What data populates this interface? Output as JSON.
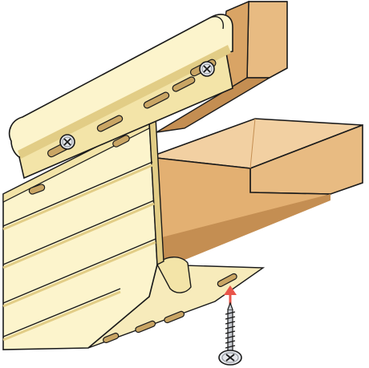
{
  "colors": {
    "background": "#ffffff",
    "lumber_top": "#f2d0a2",
    "lumber_front": "#e8bb82",
    "lumber_side": "#d9a465",
    "lumber_shadow": "#c48e52",
    "trim_light": "#fcf4cc",
    "trim_mid": "#f3e4a8",
    "trim_shade": "#e2cd86",
    "slot_fill": "#c9a564",
    "screw_metal": "#e4e6ea",
    "screw_shadow": "#8a9098",
    "arrow_red": "#e9554a",
    "outline": "#1a1a1a"
  },
  "components": {
    "upper_board": "lumber-board",
    "lower_board": "lumber-board",
    "upper_trim": "j-channel-nail-flange",
    "main_panel": "siding-panel",
    "fastener_screws": "phillips-screw-icon",
    "loose_screw": "phillips-screw-icon",
    "insertion_arrow": "arrow-up-icon"
  }
}
